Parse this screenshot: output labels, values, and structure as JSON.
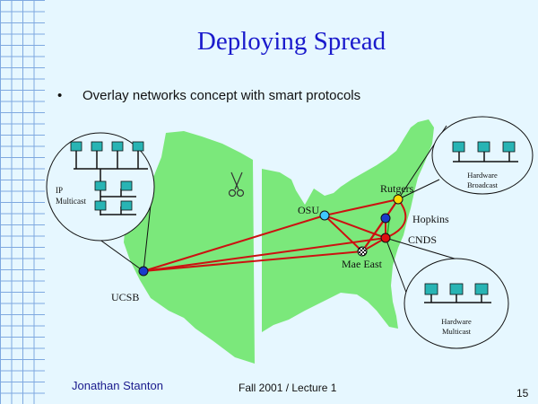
{
  "slide": {
    "title": "Deploying Spread",
    "bullet": "Overlay networks concept with smart protocols",
    "bullet_marker": "•"
  },
  "diagram": {
    "nodes": {
      "rutgers": "Rutgers",
      "osu": "OSU",
      "hopkins": "Hopkins",
      "cnds": "CNDS",
      "mae_east": "Mae East",
      "ucsb": "UCSB"
    },
    "callouts": {
      "ip_multicast": [
        "IP",
        "Multicast"
      ],
      "hardware_broadcast": [
        "Hardware",
        "Broadcast"
      ],
      "hardware_multicast": [
        "Hardware",
        "Multicast"
      ]
    },
    "colors": {
      "map_land": "#7be87b",
      "link": "#cc1111",
      "node_dark": "#1a3acc",
      "node_osu": "#3fc8ff",
      "node_rutgers": "#ffd800",
      "node_cnds": "#dd1111",
      "lan_host": "#28b4b4"
    }
  },
  "footer": {
    "author": "Jonathan Stanton",
    "lecture": "Fall  2001 / Lecture 1",
    "page": "15"
  }
}
